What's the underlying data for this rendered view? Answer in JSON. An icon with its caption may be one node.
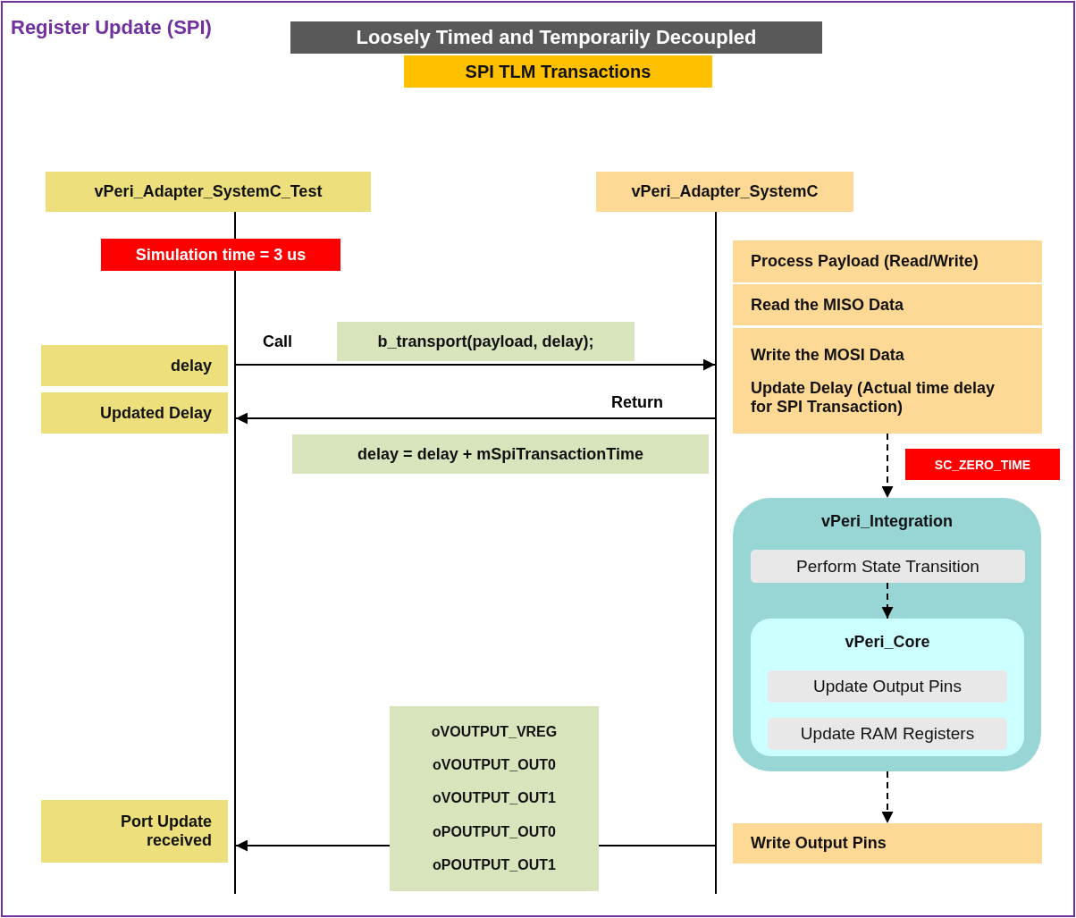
{
  "diagram": {
    "title": "Register Update (SPI)",
    "nodes": [
      {
        "text": [
          "Loosely Timed and Temporarily Decoupled"
        ]
      },
      {
        "text": [
          "SPI TLM Transactions"
        ]
      },
      {
        "text": [
          "vPeri_Adapter_SystemC_Test"
        ]
      },
      {
        "text": [
          "vPeri_Adapter_SystemC"
        ]
      },
      {
        "text": [
          "Simulation time = 3 us"
        ]
      },
      {
        "text": [
          "Process Payload (Read/Write)"
        ]
      },
      {
        "text": [
          "Read the MISO Data"
        ]
      },
      {
        "text": [
          "Write the MOSI Data",
          "Update Delay (Actual time delay for SPI Transaction)"
        ]
      },
      {
        "text": [
          "b_transport(payload, delay);"
        ]
      },
      {
        "text": [
          "delay"
        ]
      },
      {
        "text": [
          "Updated Delay"
        ]
      },
      {
        "text": [
          "delay = delay + mSpiTransactionTime"
        ]
      },
      {
        "text": [
          "SC_ZERO_TIME"
        ]
      },
      {
        "text": [
          "vPeri_Integration"
        ]
      },
      {
        "text": [
          "Perform State Transition"
        ],
        "in": 13
      },
      {
        "text": [
          "vPeri_Core"
        ],
        "in": 13
      },
      {
        "text": [
          "Update Output Pins"
        ],
        "in": 15
      },
      {
        "text": [
          "Update RAM Registers"
        ],
        "in": 15
      },
      {
        "text": [
          "oVOUTPUT_VREG",
          "oVOUTPUT_OUT0",
          "oVOUTPUT_OUT1",
          "oPOUTPUT_OUT0",
          "oPOUTPUT_OUT1"
        ]
      },
      {
        "text": [
          "Port Update received"
        ]
      },
      {
        "text": [
          "Write Output Pins"
        ]
      },
      {
        "text": [],
        "shape": "bar"
      },
      {
        "text": [],
        "shape": "bar"
      }
    ],
    "edges": [
      {
        "from": 21,
        "to": 22,
        "arrow": "to",
        "label": "Call"
      },
      {
        "from": 22,
        "to": 21,
        "arrow": "to",
        "label": "Return"
      },
      {
        "from": 7,
        "to": 13,
        "arrow": "to",
        "style": "dashed"
      },
      {
        "from": 14,
        "to": 15,
        "arrow": "to",
        "style": "dashed"
      },
      {
        "from": 13,
        "to": 20,
        "arrow": "to",
        "style": "dashed"
      },
      {
        "from": 22,
        "to": 18,
        "arrow": "none"
      },
      {
        "from": 18,
        "to": 21,
        "arrow": "to"
      }
    ]
  }
}
